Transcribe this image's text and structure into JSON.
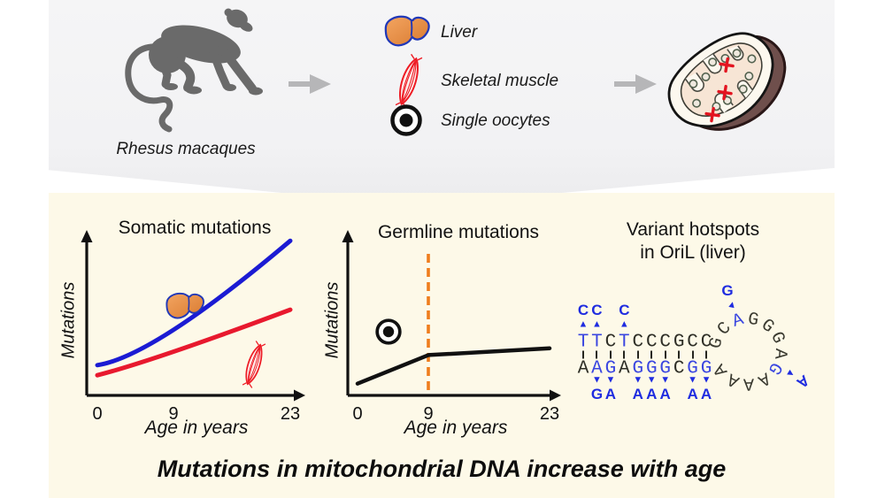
{
  "hero": {
    "subject_label": "Rhesus macaques",
    "tissues": [
      {
        "label": "Liver",
        "icon": "liver-icon"
      },
      {
        "label": "Skeletal muscle",
        "icon": "muscle-icon"
      },
      {
        "label": "Single oocytes",
        "icon": "oocyte-icon"
      }
    ],
    "result_icon": "mitochondrion-with-mutations"
  },
  "caption": "Mutations in mitochondrial DNA increase with age",
  "colors": {
    "hero_bg": "#f4f4f5",
    "panel_bg": "#fdf9e8",
    "arrow_gray": "#b6b6b8",
    "axis": "#111111",
    "liver_line": "#1b1bd3",
    "muscle_line": "#e8192e",
    "germline_line": "#111111",
    "dashed_vline": "#ef7d1d",
    "variant_blue": "#1f2ce0",
    "strand_blue": "#3a46e0"
  },
  "chart_data": [
    {
      "type": "line",
      "title": "Somatic mutations",
      "xlabel": "Age in years",
      "ylabel": "Mutations",
      "x_ticks": [
        "0",
        "9",
        "23"
      ],
      "xlim": [
        0,
        23
      ],
      "ylim": "unlabeled schematic axis (mutations increase upward)",
      "grid": false,
      "legend": "icons on plot (liver = blue curve, skeletal muscle = red curve)",
      "series": [
        {
          "name": "Liver",
          "color": "#1b1bd3",
          "shape": "accelerating increase",
          "x": [
            0,
            9,
            23
          ],
          "y_rel": [
            0.18,
            0.39,
            0.92
          ]
        },
        {
          "name": "Skeletal muscle",
          "color": "#e8192e",
          "shape": "accelerating increase",
          "x": [
            0,
            9,
            23
          ],
          "y_rel": [
            0.12,
            0.26,
            0.51
          ]
        }
      ]
    },
    {
      "type": "line",
      "title": "Germline mutations",
      "xlabel": "Age in years",
      "ylabel": "Mutations",
      "x_ticks": [
        "0",
        "9",
        "23"
      ],
      "xlim": [
        0,
        23
      ],
      "ylim": "unlabeled schematic axis",
      "grid": false,
      "legend": "oocyte icon on plot (black line)",
      "series": [
        {
          "name": "Single oocytes",
          "color": "#111111",
          "shape": "rise then plateau after age 9",
          "x": [
            0,
            9,
            23
          ],
          "y_rel": [
            0.07,
            0.24,
            0.28
          ]
        }
      ],
      "annotations": [
        {
          "type": "dashed-vline",
          "x": 9,
          "color": "#ef7d1d"
        }
      ]
    },
    {
      "type": "sequence-diagram",
      "title_line1": "Variant hotspots",
      "title_line2": "in OriL (liver)",
      "sequence": {
        "top_strand": "TTCTCCCGCC",
        "top_variant_positions": [
          0,
          1,
          3
        ],
        "top_variants": [
          "C",
          "C",
          "C"
        ],
        "bottom_strand": "AAGAGGGCGG",
        "bottom_variant_positions": [
          1,
          2,
          4,
          5,
          6,
          8,
          9
        ],
        "bottom_variants": [
          "G",
          "A",
          "A",
          "A",
          "A",
          "A",
          "A"
        ],
        "loop": "GCAGGGAGAAAA",
        "loop_variant_positions": [
          2,
          7
        ],
        "loop_variants": [
          "G",
          "A"
        ],
        "paired_bases": 10
      }
    }
  ]
}
